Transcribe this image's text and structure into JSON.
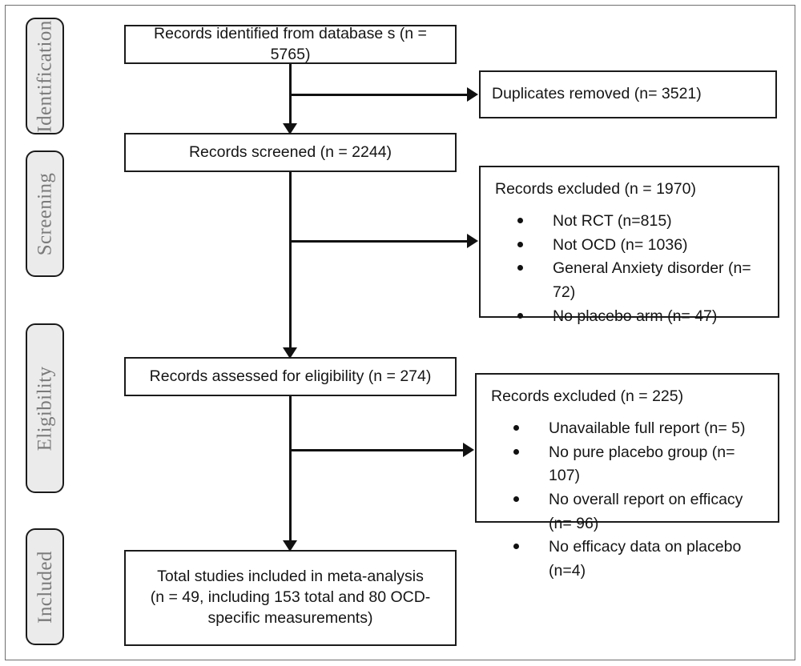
{
  "figure": {
    "type": "prisma-flow-diagram",
    "stages": [
      {
        "id": "identification",
        "label": "Identification"
      },
      {
        "id": "screening",
        "label": "Screening"
      },
      {
        "id": "eligibility",
        "label": "Eligibility"
      },
      {
        "id": "included",
        "label": "Included"
      }
    ],
    "main_boxes": [
      {
        "id": "records-identified",
        "text": "Records identified from database s (n = 5765)"
      },
      {
        "id": "records-screened",
        "text": "Records screened (n = 2244)"
      },
      {
        "id": "records-assessed",
        "text": "Records assessed for eligibility (n = 274)"
      },
      {
        "id": "total-included",
        "text": "Total studies included in meta-analysis\n(n = 49, including 153 total and 80 OCD-\nspecific measurements)"
      }
    ],
    "side_boxes": [
      {
        "id": "duplicates-removed",
        "heading": "Duplicates removed (n= 3521)",
        "items": []
      },
      {
        "id": "records-excluded-screening",
        "heading": "Records excluded (n = 1970)",
        "items": [
          "Not RCT (n=815)",
          "Not OCD (n= 1036)",
          "General Anxiety disorder (n= 72)",
          "No placebo arm (n= 47)"
        ]
      },
      {
        "id": "records-excluded-eligibility",
        "heading": "Records excluded (n = 225)",
        "items": [
          "Unavailable full report (n= 5)",
          "No pure placebo group (n= 107)",
          "No overall report on efficacy (n= 96)",
          "No efficacy data on placebo (n=4)"
        ]
      }
    ],
    "colors": {
      "stage_fill": "#ebebeb",
      "stage_text": "#7a7a7a",
      "box_border": "#1b1b1b",
      "connector": "#111111",
      "frame_border": "#6f6f6f",
      "background": "#ffffff"
    }
  }
}
